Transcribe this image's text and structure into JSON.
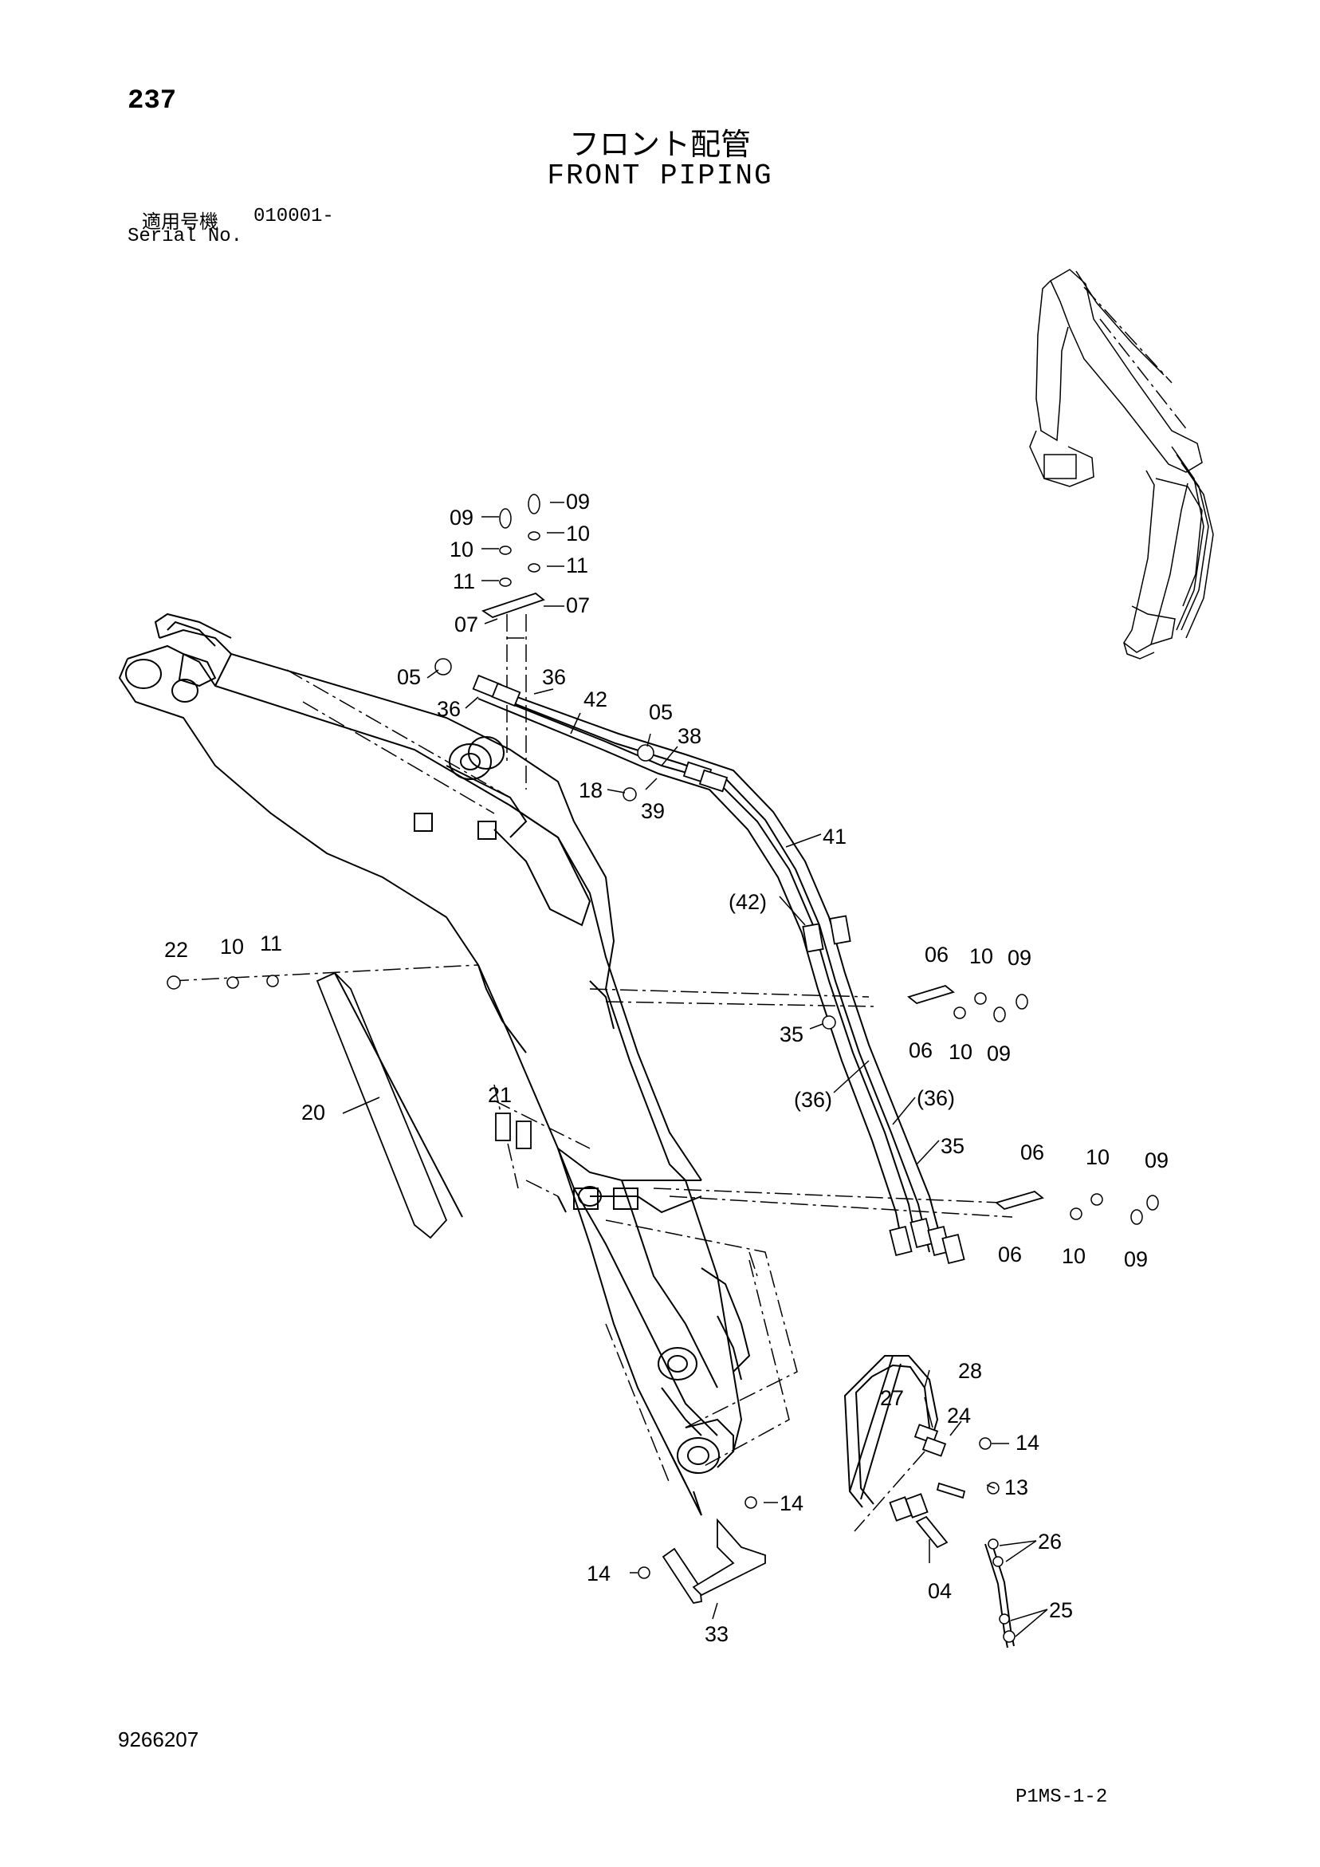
{
  "header": {
    "page_number": "237",
    "title_jp": "フロント配管",
    "title_en": "FRONT PIPING",
    "serial_label_jp": "適用号機",
    "serial_code": "010001-",
    "serial_label_en": "Serial No."
  },
  "footer": {
    "drawing_id": "9266207",
    "sheet_code": "P1MS-1-2"
  },
  "callouts": {
    "c09a": "09",
    "c09b": "09",
    "c10a": "10",
    "c10b": "10",
    "c11a": "11",
    "c11b": "11",
    "c07a": "07",
    "c07b": "07",
    "c05a": "05",
    "c36a": "36",
    "c36b": "36",
    "c42": "42",
    "c05b": "05",
    "c38": "38",
    "c18": "18",
    "c39": "39",
    "c41": "41",
    "c42p": "(42)",
    "c22": "22",
    "c10c": "10",
    "c11c": "11",
    "c06a": "06",
    "c10d": "10",
    "c09c": "09",
    "c06b": "06",
    "c10e": "10",
    "c09d": "09",
    "c35a": "35",
    "c20": "20",
    "c21": "21",
    "c36p1": "(36)",
    "c36p2": "(36)",
    "c35b": "35",
    "c06c": "06",
    "c10f": "10",
    "c09e": "09",
    "c06d": "06",
    "c10g": "10",
    "c09f": "09",
    "c28": "28",
    "c27": "27",
    "c24": "24",
    "c14a": "14",
    "c13": "13",
    "c14b": "14",
    "c14c": "14",
    "c26": "26",
    "c04": "04",
    "c33": "33",
    "c25": "25"
  }
}
